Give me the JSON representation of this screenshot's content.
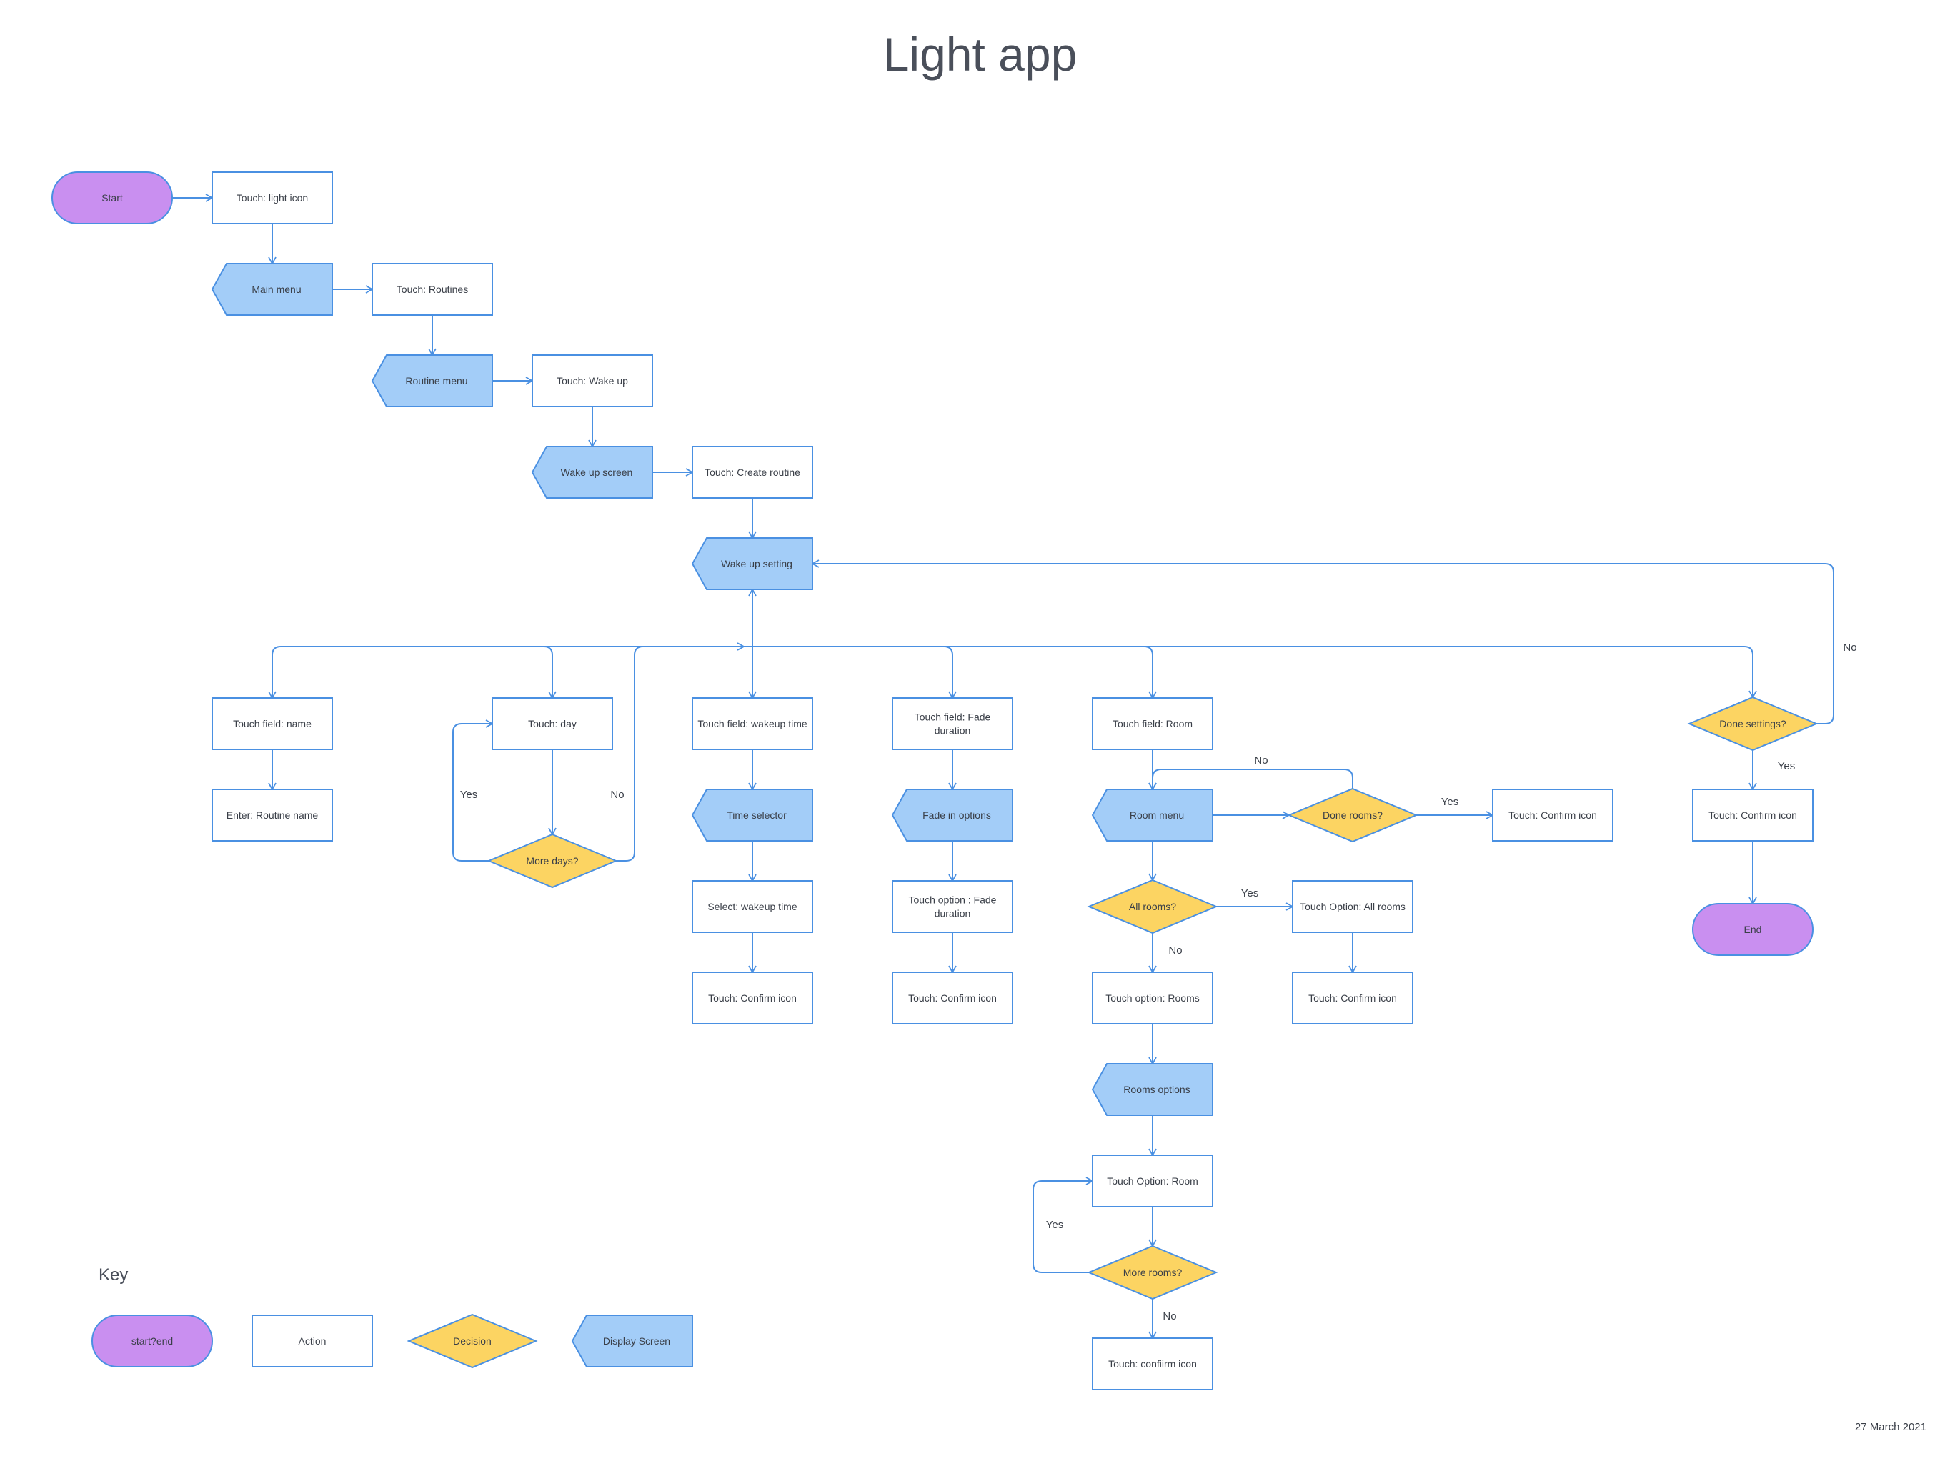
{
  "title": "Light app",
  "date": "27 March 2021",
  "colors": {
    "line": "#4a90e2",
    "terminal": "#c98ff0",
    "action": "#ffffff",
    "decision": "#fcd462",
    "screen": "#a3cdf8",
    "text": "#3a3f48"
  },
  "nodes": {
    "start": "Start",
    "touch_light_icon": "Touch: light icon",
    "main_menu": "Main menu",
    "touch_routines": "Touch: Routines",
    "routine_menu": "Routine menu",
    "touch_wake_up": "Touch: Wake up",
    "wake_up_screen": "Wake up screen",
    "touch_create_routine": "Touch: Create routine",
    "wake_up_setting": "Wake up setting",
    "touch_field_name": "Touch field: name",
    "enter_routine_name": "Enter: Routine name",
    "touch_day": "Touch: day",
    "more_days": "More days?",
    "touch_field_wakeup_time": "Touch field: wakeup time",
    "time_selector": "Time selector",
    "select_wakeup_time": "Select: wakeup time",
    "touch_confirm_1": "Touch: Confirm icon",
    "touch_field_fade_duration": "Touch field: Fade duration",
    "fade_in_options": "Fade in options",
    "touch_option_fade_duration": "Touch option : Fade duration",
    "touch_confirm_2": "Touch: Confirm icon",
    "touch_field_room": "Touch field: Room",
    "room_menu": "Room menu",
    "done_rooms": "Done rooms?",
    "touch_confirm_3": "Touch: Confirm icon",
    "all_rooms": "All rooms?",
    "touch_option_all_rooms": "Touch Option: All rooms",
    "touch_confirm_4": "Touch: Confirm icon",
    "touch_option_rooms": "Touch option: Rooms",
    "rooms_options": "Rooms options",
    "touch_option_room": "Touch Option: Room",
    "more_rooms": "More rooms?",
    "touch_confirm_5": "Touch: confiirm icon",
    "done_settings": "Done settings?",
    "touch_confirm_6": "Touch: Confirm icon",
    "end": "End"
  },
  "edge_labels": {
    "yes": "Yes",
    "no": "No"
  },
  "key": {
    "title": "Key",
    "terminal": "start?end",
    "action": "Action",
    "decision": "Decision",
    "screen": "Display Screen"
  }
}
